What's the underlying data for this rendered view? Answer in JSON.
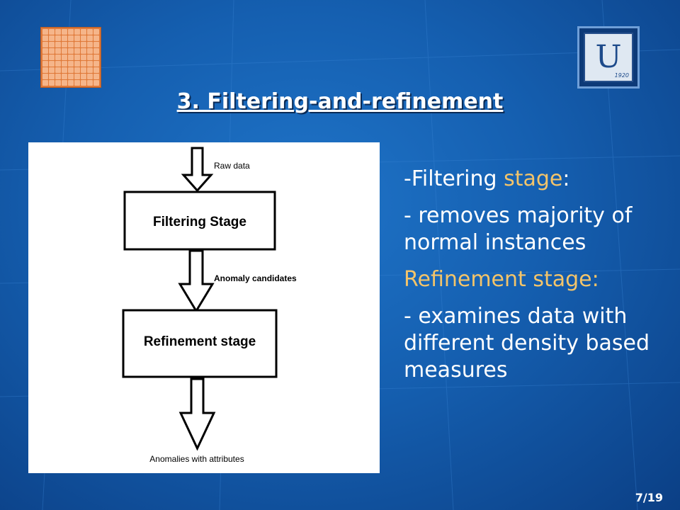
{
  "slide": {
    "title": "3. Filtering-and-refinement",
    "page_number": "7/19",
    "logo_right_year": "1920"
  },
  "diagram": {
    "input_label": "Raw data",
    "stage1_label": "Filtering Stage",
    "between_label": "Anomaly candidates",
    "stage2_label": "Refinement stage",
    "output_label": "Anomalies with attributes"
  },
  "text": {
    "filtering_prefix": "-Filtering ",
    "filtering_word": "stage",
    "filtering_suffix": ":",
    "filtering_desc": "- removes majority of normal instances",
    "refinement_heading": "Refinement stage:",
    "refinement_desc": "- examines data with different density based measures"
  },
  "colors": {
    "background": "#155fb0",
    "accent_gold": "#f3c46a",
    "text": "#ffffff"
  }
}
